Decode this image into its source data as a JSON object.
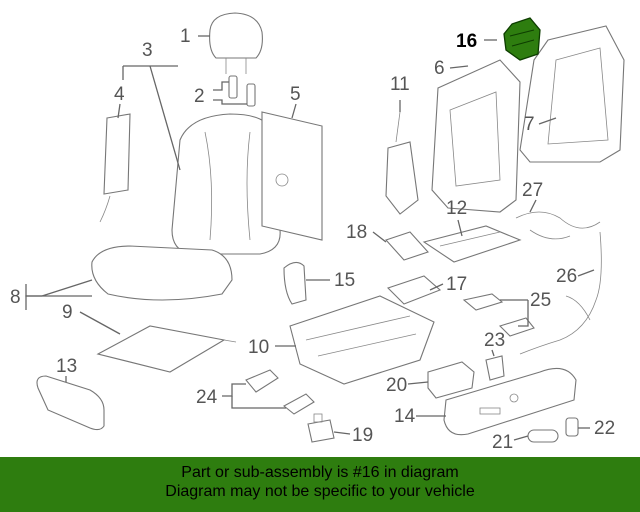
{
  "callouts": [
    "1",
    "2",
    "3",
    "4",
    "5",
    "6",
    "7",
    "8",
    "9",
    "10",
    "11",
    "12",
    "13",
    "14",
    "15",
    "16",
    "17",
    "18",
    "19",
    "20",
    "21",
    "22",
    "23",
    "24",
    "25",
    "26",
    "27"
  ],
  "highlight_part": "16",
  "highlight_color": "#2e7d0f",
  "banner": {
    "line1": "Part or sub-assembly is #16 in diagram",
    "line2": "Diagram may not be specific to your vehicle",
    "background": "#2e7d0f"
  }
}
